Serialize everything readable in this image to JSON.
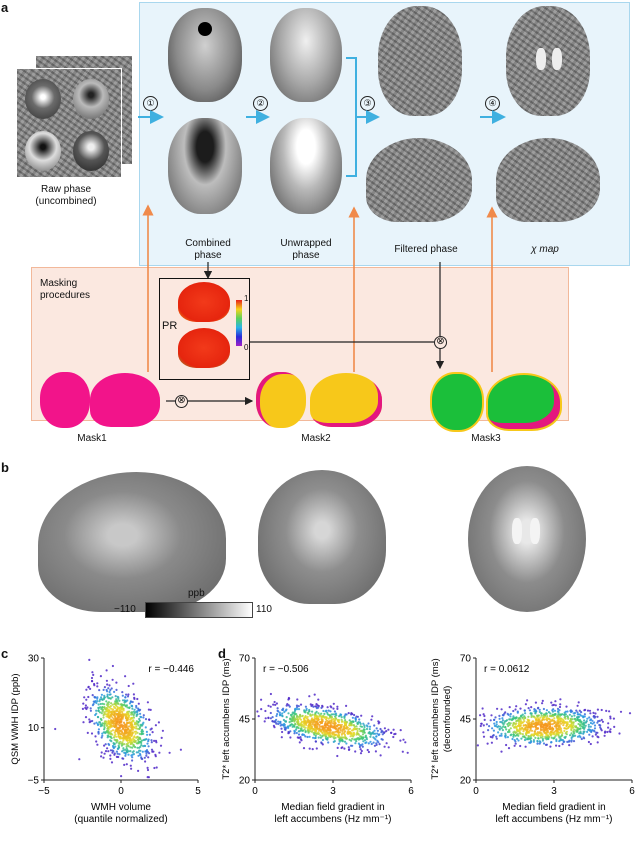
{
  "panels": {
    "a": "a",
    "b": "b",
    "c": "c",
    "d": "d"
  },
  "panel_a": {
    "raw_phase_label": [
      "Raw phase",
      "(uncombined)"
    ],
    "steps": [
      "①",
      "②",
      "③",
      "④"
    ],
    "combined_label": [
      "Combined",
      "phase"
    ],
    "unwrapped_label": [
      "Unwrapped",
      "phase"
    ],
    "filtered_label": "Filtered phase",
    "chi_label": "χ map",
    "masking_label": [
      "Masking",
      "procedures"
    ],
    "pr_label": "PR",
    "colorbar_max": "1",
    "colorbar_min": "0",
    "mask1": "Mask1",
    "mask2": "Mask2",
    "mask3": "Mask3",
    "otimes": "⊗",
    "colors": {
      "blue_box": "#e8f4fb",
      "orange_box": "#fbe8e0",
      "arrow_blue": "#3fb0e0",
      "arrow_orange": "#f08a4b",
      "mask1": "#f2148a",
      "mask2": "#f7c81a",
      "mask3": "#1bbf3a"
    }
  },
  "panel_b": {
    "colorbar_unit": "ppb",
    "colorbar_min": "−110",
    "colorbar_max": "110"
  },
  "chart_data": [
    {
      "type": "scatter",
      "panel": "c",
      "r_label": "r = −0.446",
      "ylabel": "QSM WMH IDP (ppb)",
      "xlabel": [
        "WMH volume",
        "(quantile normalized)"
      ],
      "xlim": [
        -5,
        5
      ],
      "ylim": [
        -5,
        30
      ],
      "xticks": [
        "−5",
        "0",
        "5"
      ],
      "yticks": [
        "−5",
        "10",
        "30"
      ],
      "density_center": {
        "x": 0.0,
        "y": 11.0
      },
      "note": "dense density scatter, negative correlation"
    },
    {
      "type": "scatter",
      "panel": "d-left",
      "r_label": "r = −0.506",
      "ylabel": "T2* left accumbens IDP (ms)",
      "xlabel": [
        "Median field gradient in",
        "left accumbens (Hz mm⁻¹)"
      ],
      "xlim": [
        0,
        6
      ],
      "ylim": [
        20,
        70
      ],
      "xticks": [
        "0",
        "3",
        "6"
      ],
      "yticks": [
        "20",
        "45",
        "70"
      ],
      "density_center": {
        "x": 2.8,
        "y": 42
      }
    },
    {
      "type": "scatter",
      "panel": "d-right",
      "r_label": "r = 0.0612",
      "ylabel": [
        "T2* left accumbens IDP (ms)",
        "(deconfounded)"
      ],
      "xlabel": [
        "Median field gradient in",
        "left accumbens (Hz mm⁻¹)"
      ],
      "xlim": [
        0,
        6
      ],
      "ylim": [
        20,
        70
      ],
      "xticks": [
        "0",
        "3",
        "6"
      ],
      "yticks": [
        "20",
        "45",
        "70"
      ],
      "density_center": {
        "x": 2.6,
        "y": 42
      }
    }
  ]
}
